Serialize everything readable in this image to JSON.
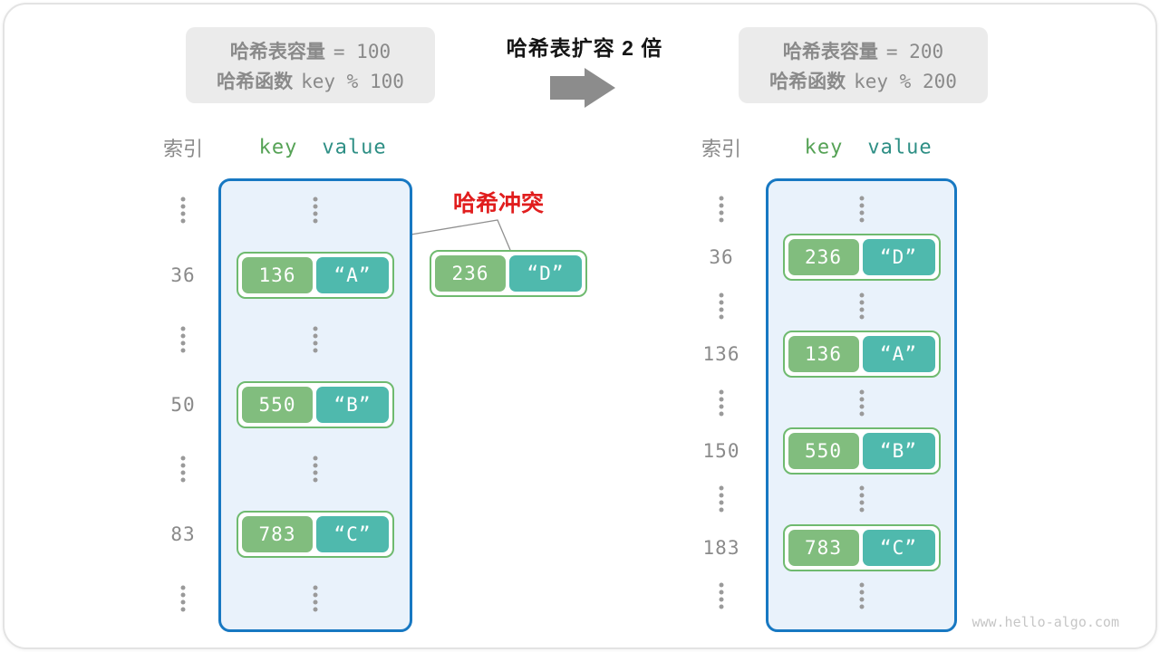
{
  "before": {
    "capacity_label": "哈希表容量",
    "capacity_value": "= 100",
    "hash_label": "哈希函数",
    "hash_value": "key % 100"
  },
  "transition": {
    "title": "哈希表扩容 2 倍"
  },
  "after": {
    "capacity_label": "哈希表容量",
    "capacity_value": "= 200",
    "hash_label": "哈希函数",
    "hash_value": "key % 200"
  },
  "collision_label": "哈希冲突",
  "floating_pair": {
    "key": "236",
    "value": "“D”"
  },
  "tables": {
    "left": {
      "index_header": "索引",
      "key_header": "key",
      "value_header": "value",
      "rows": [
        {
          "kind": "dots"
        },
        {
          "kind": "pair",
          "index": "36",
          "key": "136",
          "value": "“A”"
        },
        {
          "kind": "dots"
        },
        {
          "kind": "pair",
          "index": "50",
          "key": "550",
          "value": "“B”"
        },
        {
          "kind": "dots"
        },
        {
          "kind": "pair",
          "index": "83",
          "key": "783",
          "value": "“C”"
        },
        {
          "kind": "dots"
        }
      ]
    },
    "right": {
      "index_header": "索引",
      "key_header": "key",
      "value_header": "value",
      "rows": [
        {
          "kind": "dots"
        },
        {
          "kind": "pair",
          "index": "36",
          "key": "236",
          "value": "“D”"
        },
        {
          "kind": "dots"
        },
        {
          "kind": "pair",
          "index": "136",
          "key": "136",
          "value": "“A”"
        },
        {
          "kind": "dots"
        },
        {
          "kind": "pair",
          "index": "150",
          "key": "550",
          "value": "“B”"
        },
        {
          "kind": "dots"
        },
        {
          "kind": "pair",
          "index": "183",
          "key": "783",
          "value": "“C”"
        },
        {
          "kind": "dots"
        }
      ]
    }
  },
  "colors": {
    "key_bg": "#81bd7e",
    "value_bg": "#4fb9ad",
    "pair_border": "#6fba6f",
    "bucket_bg": "#e9f2fb",
    "bucket_border": "#1778c2",
    "collision_red": "#e11e1e",
    "muted_gray": "#8a8a8a"
  },
  "watermark": "www.hello-algo.com"
}
